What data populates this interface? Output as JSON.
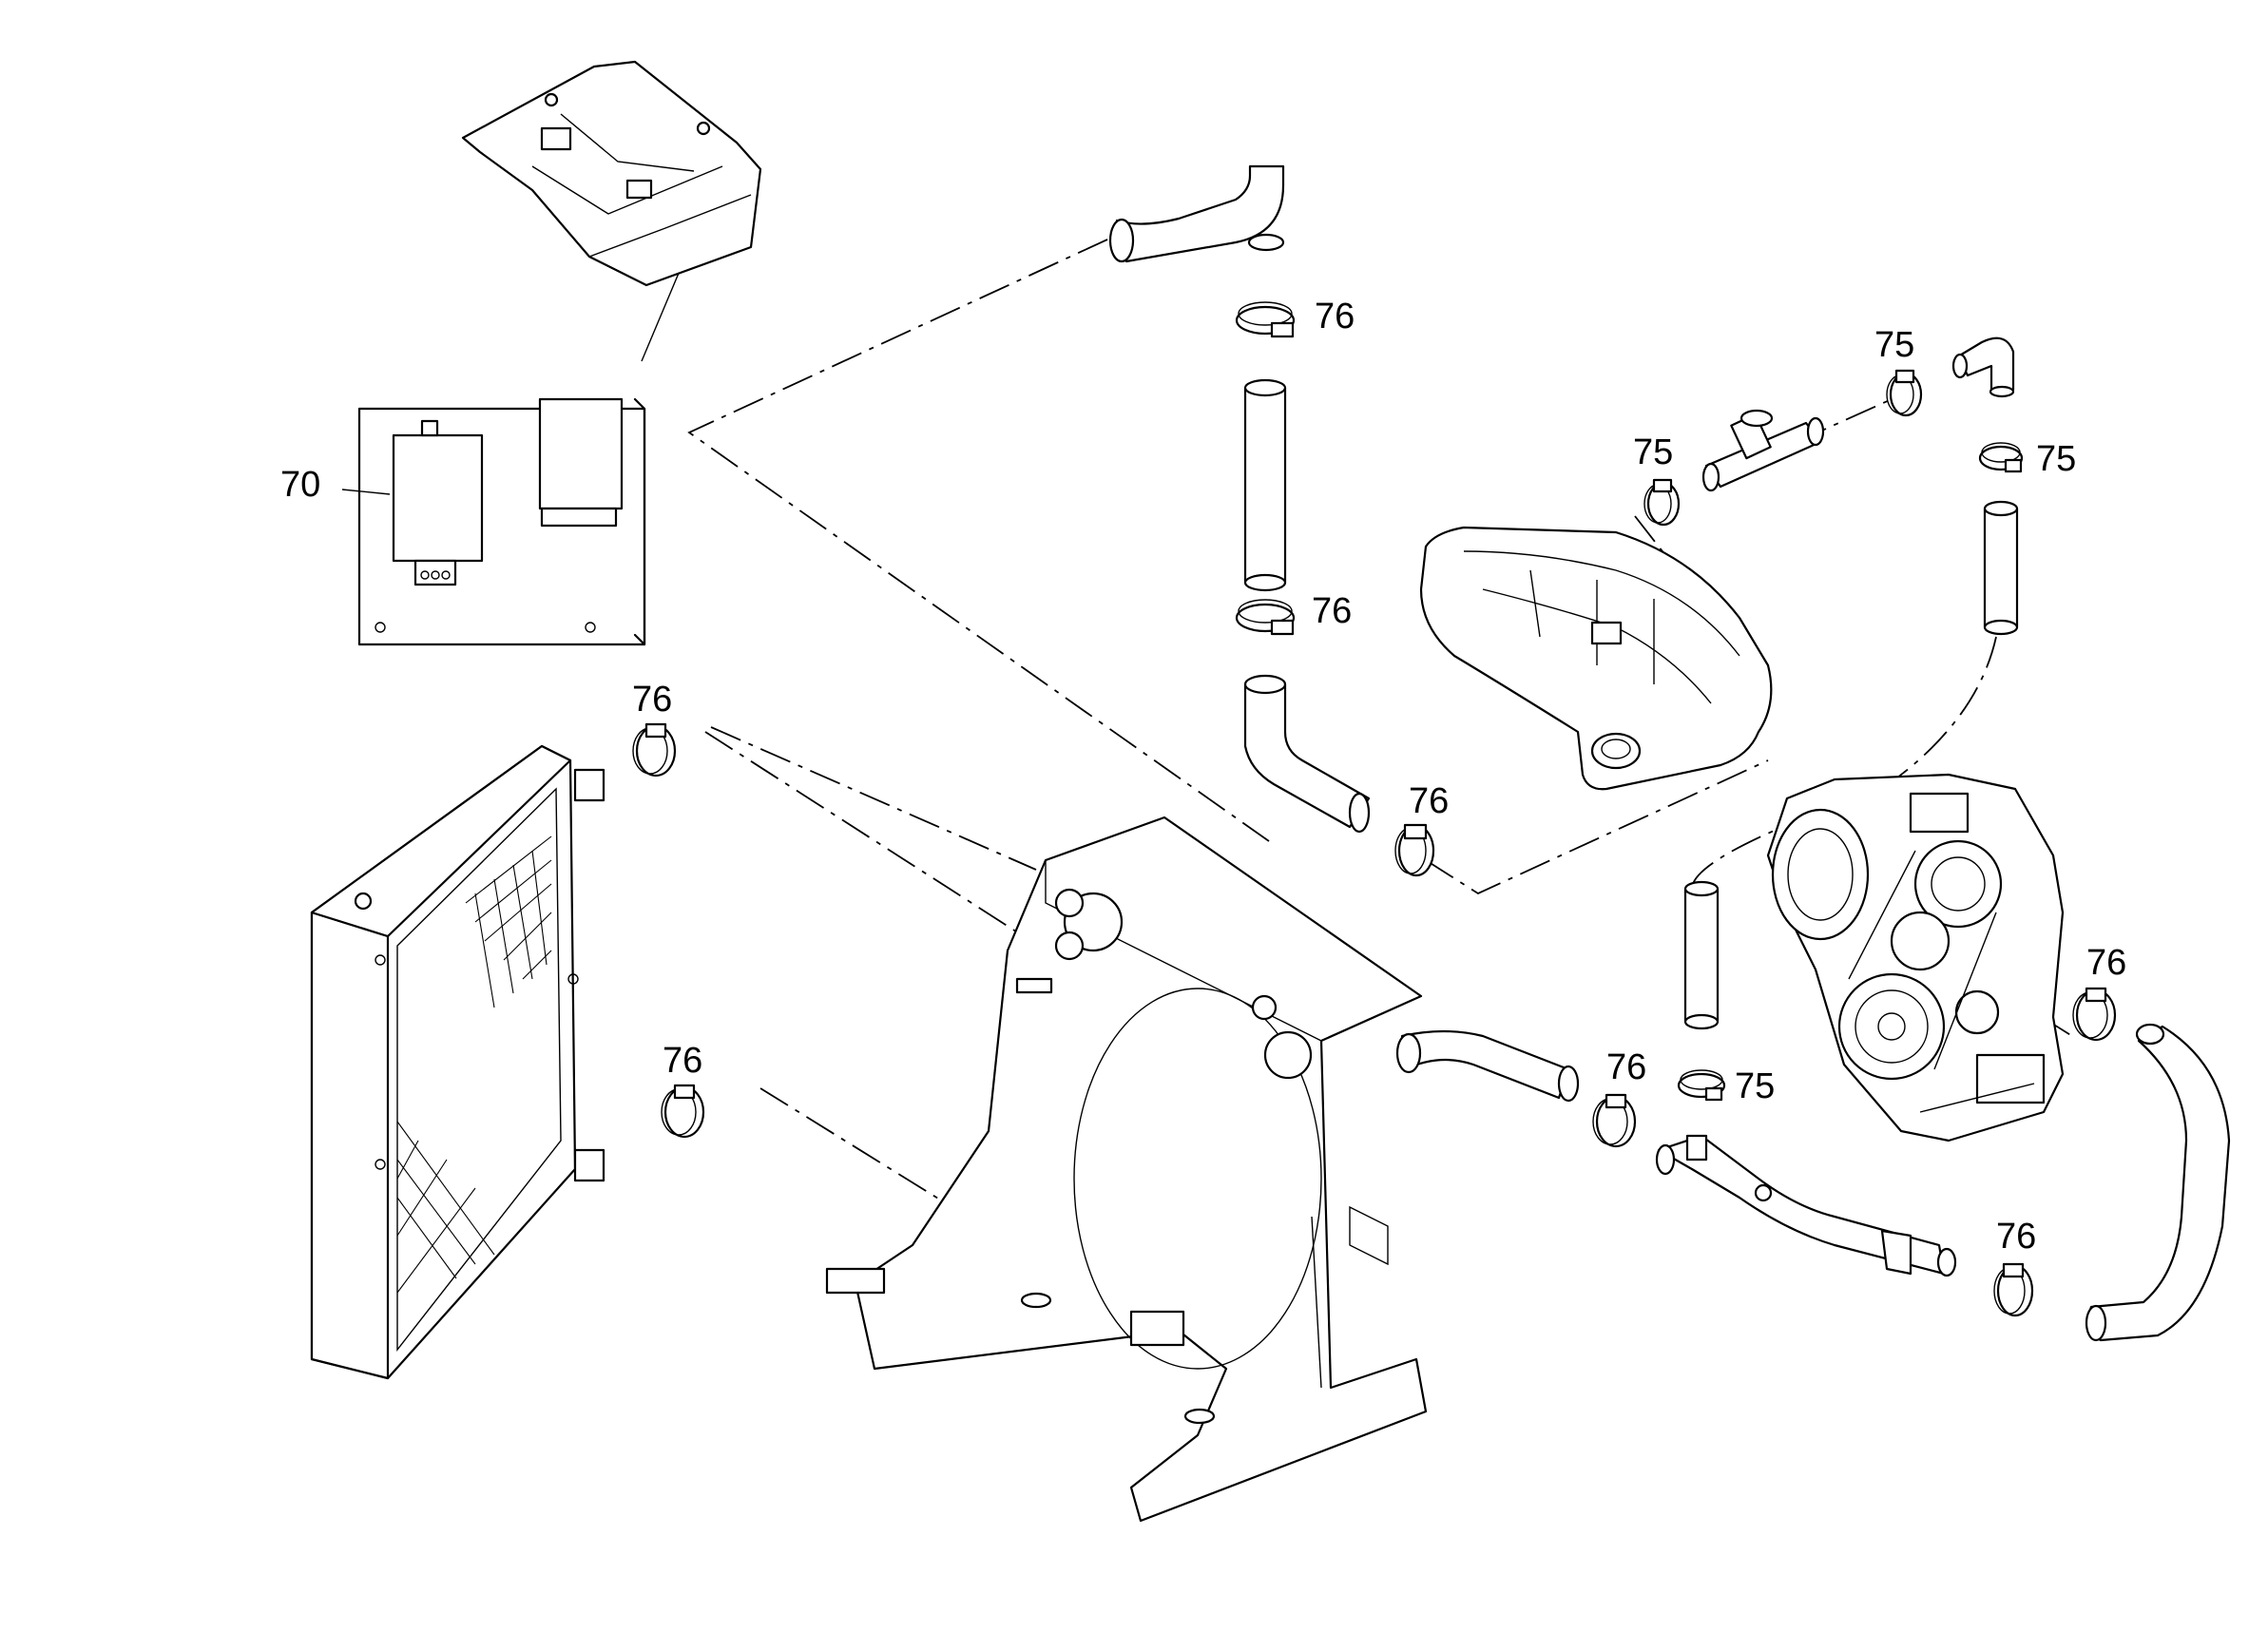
{
  "callouts": {
    "c70": "70",
    "c76_top": "76",
    "c76_mid": "76",
    "c76_radiator_top": "76",
    "c76_radiator_bottom": "76",
    "c76_lower_hose": "76",
    "c76_outlet": "76",
    "c76_engine": "76",
    "c76_bottom_pipe": "76",
    "c75_tee_left": "75",
    "c75_tee_right": "75",
    "c75_elbow": "75",
    "c75_vertical": "75"
  }
}
